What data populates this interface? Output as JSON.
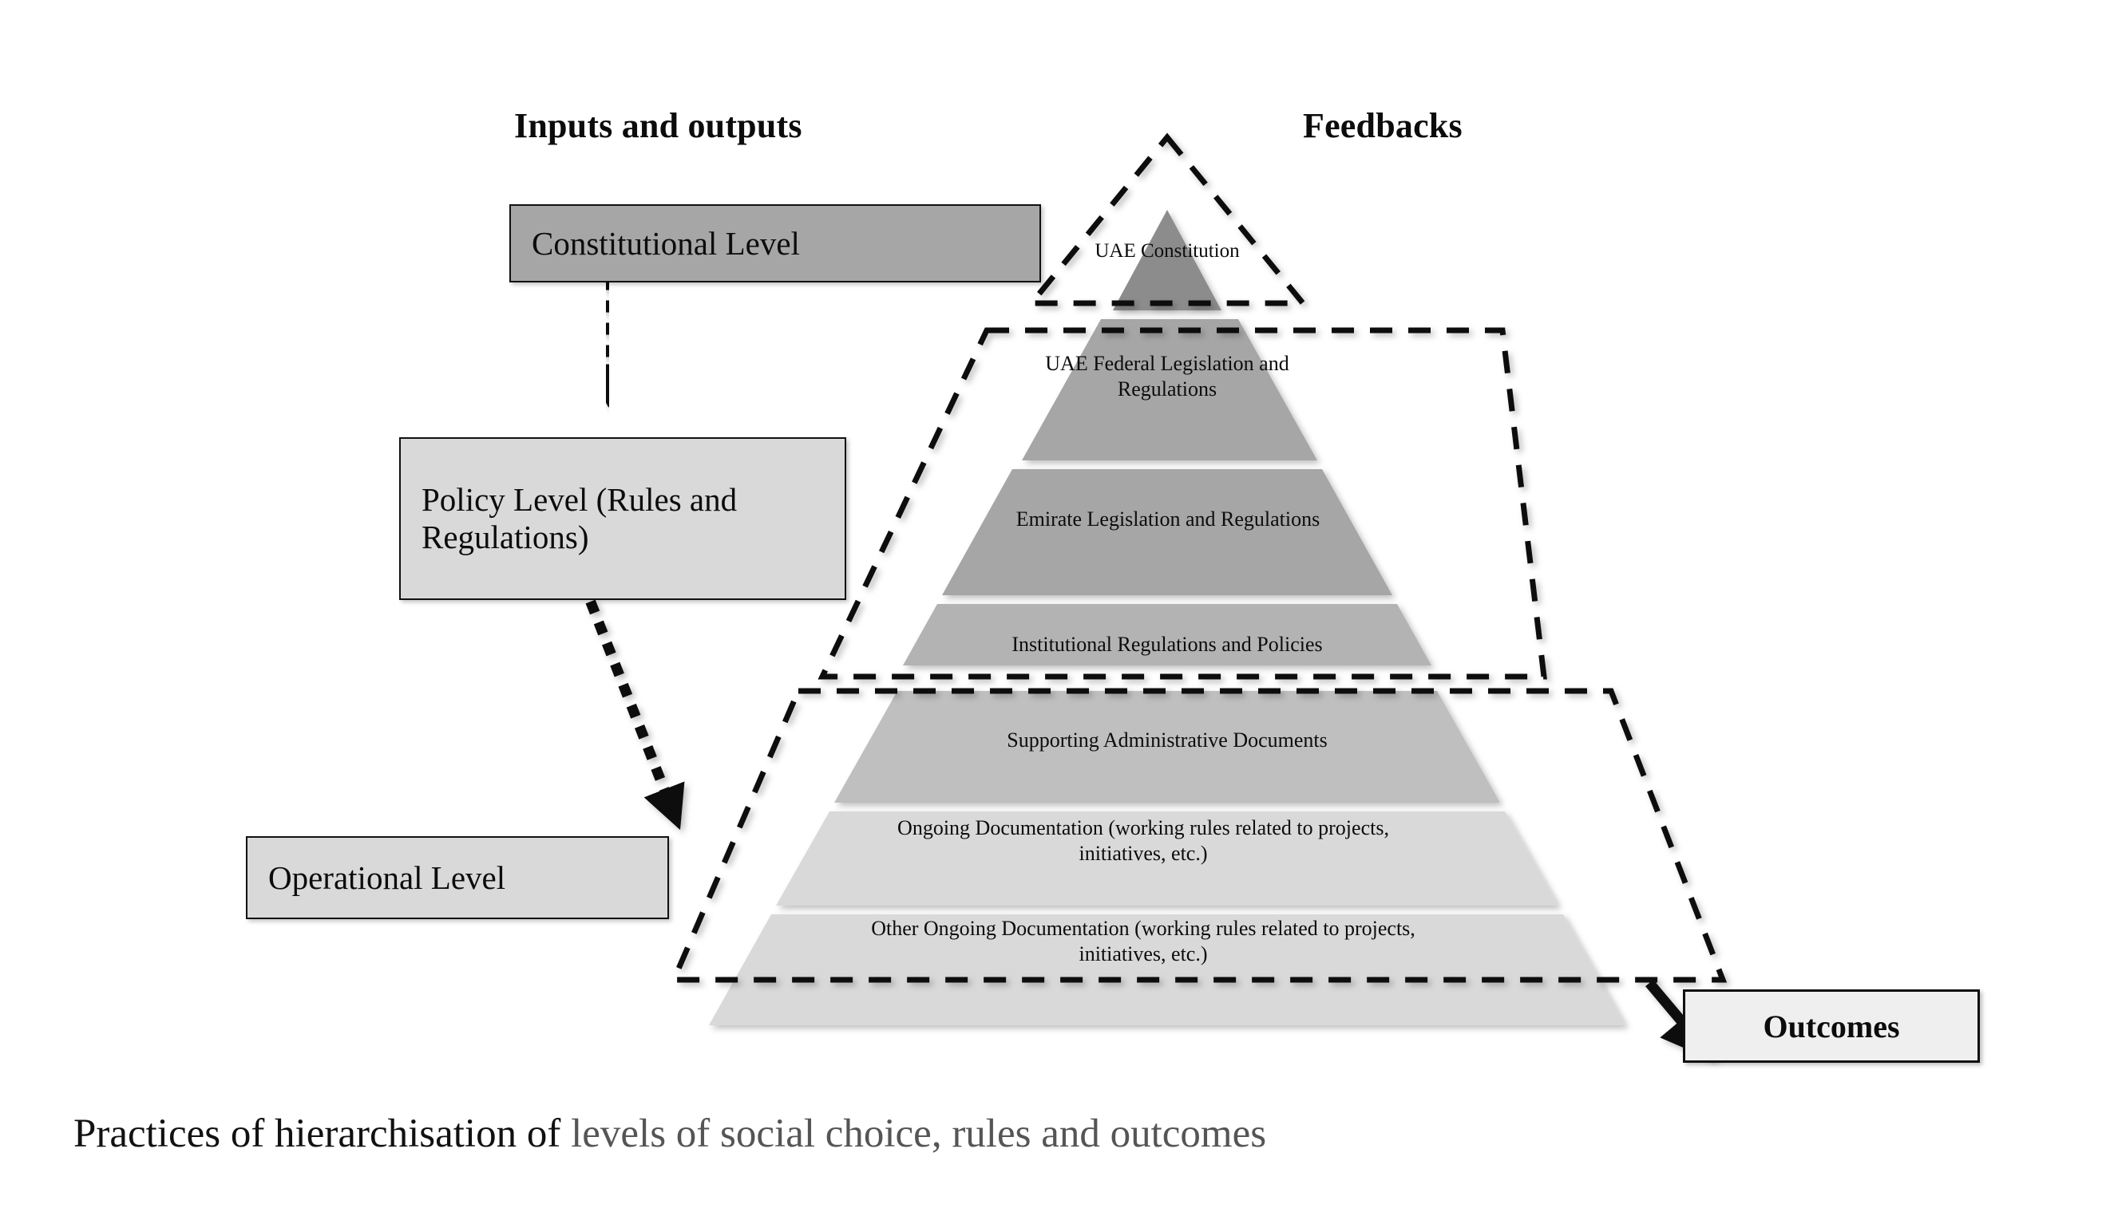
{
  "headers": {
    "left": "Inputs and outputs",
    "right": "Feedbacks"
  },
  "levels": [
    {
      "id": "constitutional",
      "label": "Constitutional Level",
      "fill": "#a6a6a6"
    },
    {
      "id": "policy",
      "label": "Policy Level (Rules and Regulations)",
      "fill": "#d9d9d9"
    },
    {
      "id": "operational",
      "label": "Operational Level",
      "fill": "#d9d9d9"
    }
  ],
  "pyramid": {
    "bands": [
      {
        "id": "uae-constitution",
        "label": "UAE Constitution",
        "fill": "#8c8c8c"
      },
      {
        "id": "uae-federal-legislation",
        "label": "UAE Federal Legislation and Regulations",
        "fill": "#a6a6a6"
      },
      {
        "id": "emirate-legislation",
        "label": "Emirate Legislation and Regulations",
        "fill": "#a6a6a6"
      },
      {
        "id": "institutional-regulations",
        "label": "Institutional  Regulations and Policies",
        "fill": "#b3b3b3"
      },
      {
        "id": "supporting-administrative-documents",
        "label": "Supporting Administrative Documents",
        "fill": "#bfbfbf"
      },
      {
        "id": "ongoing-documentation",
        "label": "Ongoing Documentation (working rules related to projects, initiatives, etc.)",
        "fill": "#d9d9d9"
      },
      {
        "id": "other-ongoing-documentation",
        "label": "Other Ongoing Documentation (working rules related to projects, initiatives, etc.)",
        "fill": "#d9d9d9"
      }
    ]
  },
  "outcomes": {
    "label": "Outcomes"
  },
  "caption": {
    "part1": "Practices of hierarchisation of ",
    "part2": "levels of social choice, rules and outcomes"
  },
  "colors": {
    "ink": "#111111",
    "band_dark": "#8c8c8c",
    "band_mid": "#a6a6a6",
    "band_light": "#d9d9d9",
    "box_grey": "#d4d4d4",
    "box_dark_grey": "#a6a6a6",
    "caption_grey": "#555555"
  }
}
